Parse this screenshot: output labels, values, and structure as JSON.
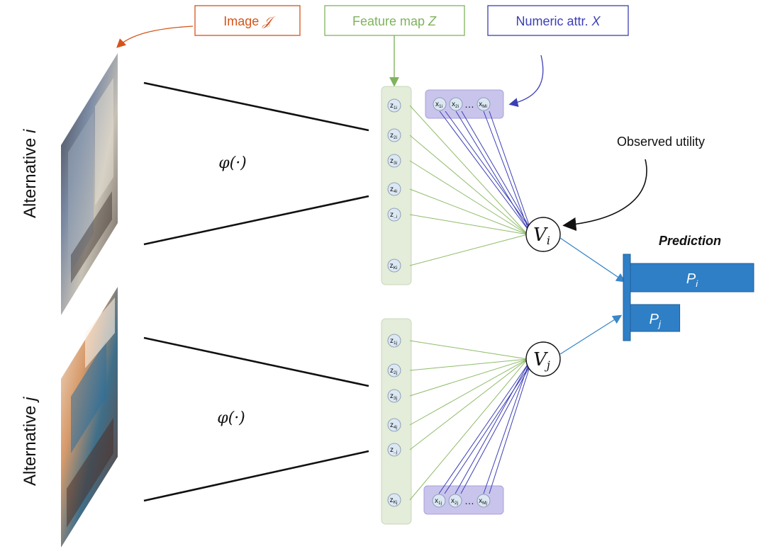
{
  "legend": {
    "image": {
      "text": "Image ",
      "symbol": "𝒥",
      "color": "#d4541a"
    },
    "feature_map": {
      "text": "Feature map ",
      "symbol": "Z",
      "color": "#7fb35e"
    },
    "numeric_attr": {
      "text": "Numeric attr. ",
      "symbol": "X",
      "color": "#3b3fb5"
    }
  },
  "alternatives": [
    {
      "label": "Alternative ",
      "index": "i",
      "phi": "φ(·)",
      "features": [
        {
          "base": "z",
          "sub": "1i"
        },
        {
          "base": "z",
          "sub": "2i"
        },
        {
          "base": "z",
          "sub": "3i"
        },
        {
          "base": "z",
          "sub": "4i"
        },
        {
          "base": "z",
          "sub": "..i"
        },
        {
          "base": "z",
          "sub": "Ki"
        }
      ],
      "attributes": [
        {
          "base": "x",
          "sub": "1i"
        },
        {
          "base": "x",
          "sub": "2i"
        },
        {
          "base": "x",
          "sub": "Mi"
        }
      ],
      "ellipsis": "…",
      "utility": {
        "base": "V",
        "sub": "i"
      },
      "probability": {
        "base": "P",
        "sub": "i"
      },
      "probability_value": 1.0
    },
    {
      "label": "Alternative ",
      "index": "j",
      "phi": "φ(·)",
      "features": [
        {
          "base": "z",
          "sub": "1j"
        },
        {
          "base": "z",
          "sub": "2j"
        },
        {
          "base": "z",
          "sub": "3j"
        },
        {
          "base": "z",
          "sub": "4j"
        },
        {
          "base": "z",
          "sub": "..j"
        },
        {
          "base": "z",
          "sub": "Kj"
        }
      ],
      "attributes": [
        {
          "base": "x",
          "sub": "1j"
        },
        {
          "base": "x",
          "sub": "2j"
        },
        {
          "base": "x",
          "sub": "Mj"
        }
      ],
      "ellipsis": "…",
      "utility": {
        "base": "V",
        "sub": "j"
      },
      "probability": {
        "base": "P",
        "sub": "j"
      },
      "probability_value": 0.4
    }
  ],
  "annotations": {
    "observed_utility": "Observed utility",
    "prediction": "Prediction"
  },
  "colors": {
    "feature_box": "#e4ecda",
    "feature_border": "#c8d8b8",
    "attr_box": "#c9c4ec",
    "attr_border": "#a8a1dc",
    "green_line": "#8fbc6a",
    "blue_line": "#3b3fb5",
    "arrow_blue": "#3a86c8",
    "bar_fill": "#2f7fc6",
    "bar_border": "#1d5f99",
    "node_fill": "#dbe7f3",
    "node_stroke": "#7a8fa8"
  }
}
